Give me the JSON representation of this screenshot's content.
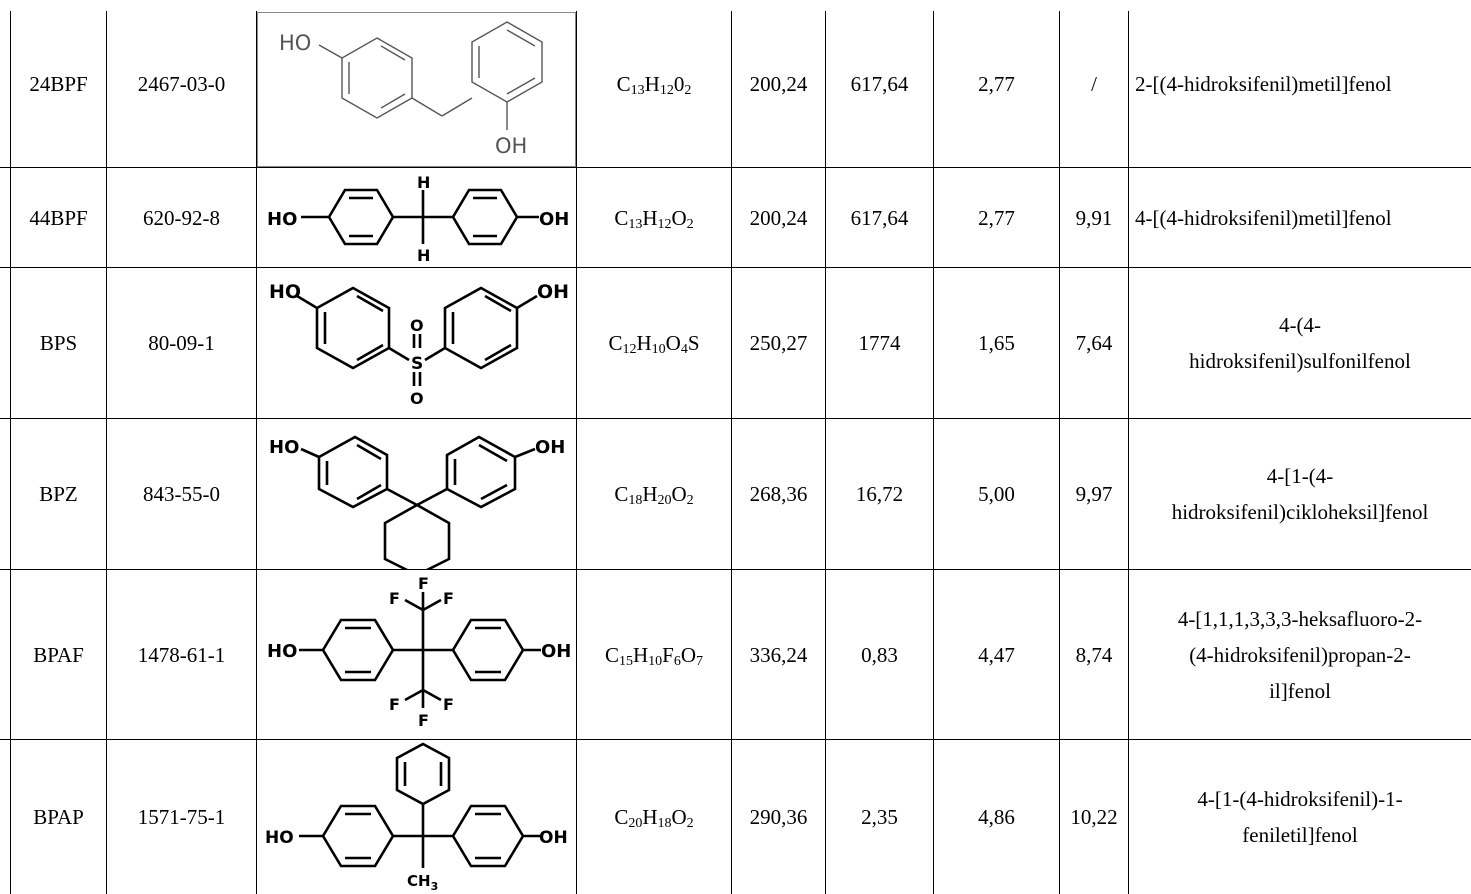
{
  "rows": [
    {
      "code": "24BPF",
      "cas": "2467-03-0",
      "formula": [
        [
          "C",
          ""
        ],
        [
          "13",
          "sub"
        ],
        [
          "H",
          ""
        ],
        [
          "12",
          "sub"
        ],
        [
          "0",
          ""
        ],
        [
          "2",
          "sub"
        ]
      ],
      "mw": "200,24",
      "solubility": "617,64",
      "logkow": "2,77",
      "pka": "/",
      "name": "2-[(4-hidroksifenil)metil]fenol",
      "structure_labels": [
        "HO",
        "OH"
      ]
    },
    {
      "code": "44BPF",
      "cas": "620-92-8",
      "formula": [
        [
          "C",
          ""
        ],
        [
          "13",
          "sub"
        ],
        [
          "H",
          ""
        ],
        [
          "12",
          "sub"
        ],
        [
          "O",
          ""
        ],
        [
          "2",
          "sub"
        ]
      ],
      "mw": "200,24",
      "solubility": "617,64",
      "logkow": "2,77",
      "pka": "9,91",
      "name": "4-[(4-hidroksifenil)metil]fenol",
      "structure_labels": [
        "HO",
        "H",
        "H",
        "OH"
      ]
    },
    {
      "code": "BPS",
      "cas": "80-09-1",
      "formula": [
        [
          "C",
          ""
        ],
        [
          "12",
          "sub"
        ],
        [
          "H",
          ""
        ],
        [
          "10",
          "sub"
        ],
        [
          "O",
          ""
        ],
        [
          "4",
          "sub"
        ],
        [
          "S",
          ""
        ]
      ],
      "mw": "250,27",
      "solubility": "1774",
      "logkow": "1,65",
      "pka": "7,64",
      "name_lines": [
        "4-(4-",
        "hidroksifenil)sulfonilfenol"
      ],
      "structure_labels": [
        "HO",
        "O",
        "S",
        "O",
        "OH"
      ]
    },
    {
      "code": "BPZ",
      "cas": "843-55-0",
      "formula": [
        [
          "C",
          ""
        ],
        [
          "18",
          "sub"
        ],
        [
          "H",
          ""
        ],
        [
          "20",
          "sub"
        ],
        [
          "O",
          ""
        ],
        [
          "2",
          "sub"
        ]
      ],
      "mw": "268,36",
      "solubility": "16,72",
      "logkow": "5,00",
      "pka": "9,97",
      "name_lines": [
        "4-[1-(4-",
        "hidroksifenil)cikloheksil]fenol"
      ],
      "structure_labels": [
        "HO",
        "OH"
      ]
    },
    {
      "code": "BPAF",
      "cas": "1478-61-1",
      "formula": [
        [
          "C",
          ""
        ],
        [
          "15",
          "sub"
        ],
        [
          "H",
          ""
        ],
        [
          "10",
          "sub"
        ],
        [
          "F",
          ""
        ],
        [
          "6",
          "sub"
        ],
        [
          "O",
          ""
        ],
        [
          "7",
          "sub"
        ]
      ],
      "mw": "336,24",
      "solubility": "0,83",
      "logkow": "4,47",
      "pka": "8,74",
      "name_lines": [
        "4-[1,1,1,3,3,3-heksafluoro-2-",
        "(4-hidroksifenil)propan-2-",
        "il]fenol"
      ],
      "structure_labels": [
        "HO",
        "F",
        "F",
        "F",
        "F",
        "F",
        "F",
        "OH"
      ]
    },
    {
      "code": "BPAP",
      "cas": "1571-75-1",
      "formula": [
        [
          "C",
          ""
        ],
        [
          "20",
          "sub"
        ],
        [
          "H",
          ""
        ],
        [
          "18",
          "sub"
        ],
        [
          "O",
          ""
        ],
        [
          "2",
          "sub"
        ]
      ],
      "mw": "290,36",
      "solubility": "2,35",
      "logkow": "4,86",
      "pka": "10,22",
      "name_lines": [
        "4-[1-(4-hidroksifenil)-1-",
        "feniletil]fenol"
      ],
      "structure_labels": [
        "HO",
        "CH3",
        "OH"
      ]
    }
  ]
}
